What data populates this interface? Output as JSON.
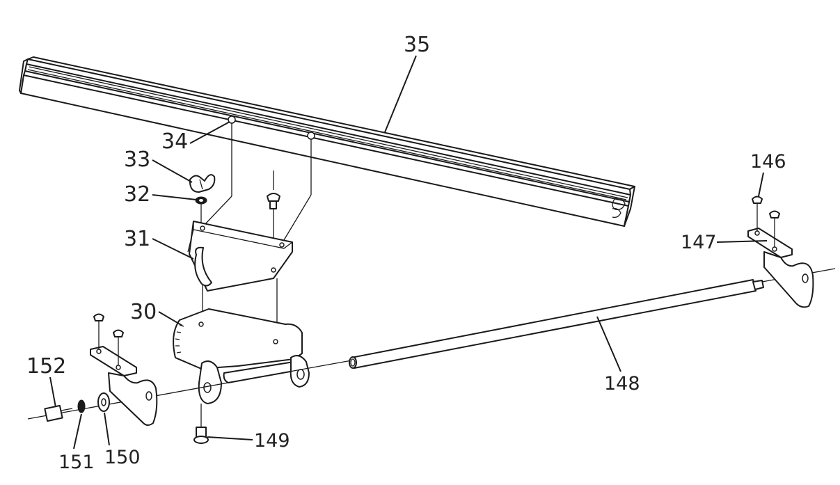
{
  "labels": {
    "rail": "35",
    "rail_slot_nut": "34",
    "wing_nut": "33",
    "washer_32": "32",
    "bracket_plate": "31",
    "angle_plate": "30",
    "left_screw_cap": "146",
    "right_bracket": "147",
    "rod": "148",
    "pivot_screw": "149",
    "flat_washer": "150",
    "lock_washer": "151",
    "bolt": "152"
  }
}
